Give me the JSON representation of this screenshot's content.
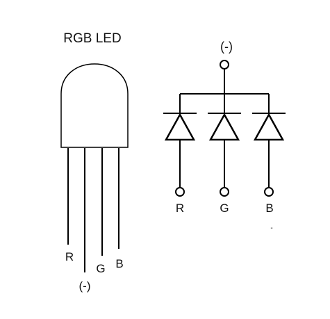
{
  "led_package": {
    "title": "RGB LED",
    "pins": [
      {
        "key": "r",
        "label": "R"
      },
      {
        "key": "common",
        "label": "(-)"
      },
      {
        "key": "g",
        "label": "G"
      },
      {
        "key": "b",
        "label": "B"
      }
    ]
  },
  "schematic": {
    "common_label": "(-)",
    "channels": [
      {
        "key": "r",
        "label": "R"
      },
      {
        "key": "g",
        "label": "G"
      },
      {
        "key": "b",
        "label": "B"
      }
    ],
    "stray_mark": "-"
  }
}
